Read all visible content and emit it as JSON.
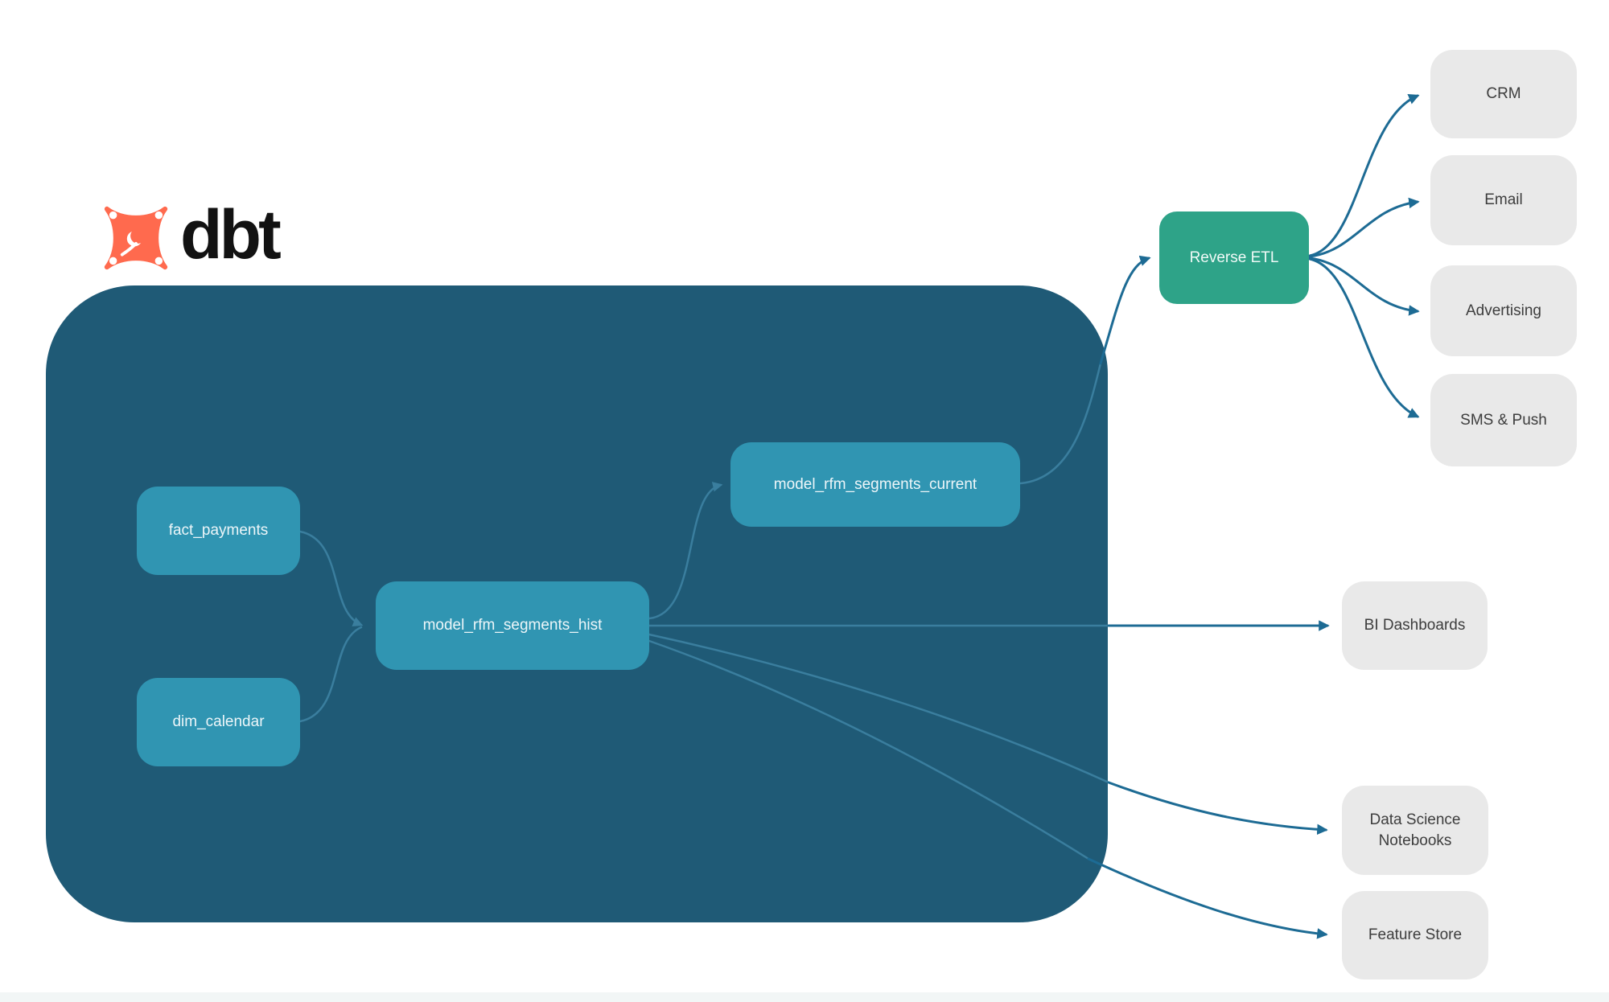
{
  "logo": {
    "brand": "dbt"
  },
  "colors": {
    "container": "#1F5A76",
    "model_node": "#3095B2",
    "reverse_etl_node": "#2EA388",
    "destination_node": "#E9E9E9",
    "edge_outer": "#1D6B94",
    "edge_inner": "#3A7E9E",
    "logo_orange": "#FF6A4E"
  },
  "nodes": {
    "fact_payments": {
      "label": "fact_payments"
    },
    "dim_calendar": {
      "label": "dim_calendar"
    },
    "model_rfm_segments_hist": {
      "label": "model_rfm_segments_hist"
    },
    "model_rfm_segments_current": {
      "label": "model_rfm_segments_current"
    },
    "reverse_etl": {
      "label": "Reverse ETL"
    },
    "crm": {
      "label": "CRM"
    },
    "email": {
      "label": "Email"
    },
    "advertising": {
      "label": "Advertising"
    },
    "sms_push": {
      "label": "SMS & Push"
    },
    "bi_dashboards": {
      "label": "BI Dashboards"
    },
    "data_science_notebooks": {
      "label": "Data Science Notebooks"
    },
    "feature_store": {
      "label": "Feature Store"
    }
  },
  "edges": [
    {
      "from": "fact_payments",
      "to": "model_rfm_segments_hist"
    },
    {
      "from": "dim_calendar",
      "to": "model_rfm_segments_hist"
    },
    {
      "from": "model_rfm_segments_hist",
      "to": "model_rfm_segments_current"
    },
    {
      "from": "model_rfm_segments_current",
      "to": "reverse_etl"
    },
    {
      "from": "reverse_etl",
      "to": "crm"
    },
    {
      "from": "reverse_etl",
      "to": "email"
    },
    {
      "from": "reverse_etl",
      "to": "advertising"
    },
    {
      "from": "reverse_etl",
      "to": "sms_push"
    },
    {
      "from": "model_rfm_segments_hist",
      "to": "bi_dashboards"
    },
    {
      "from": "model_rfm_segments_hist",
      "to": "data_science_notebooks"
    },
    {
      "from": "model_rfm_segments_hist",
      "to": "feature_store"
    }
  ]
}
